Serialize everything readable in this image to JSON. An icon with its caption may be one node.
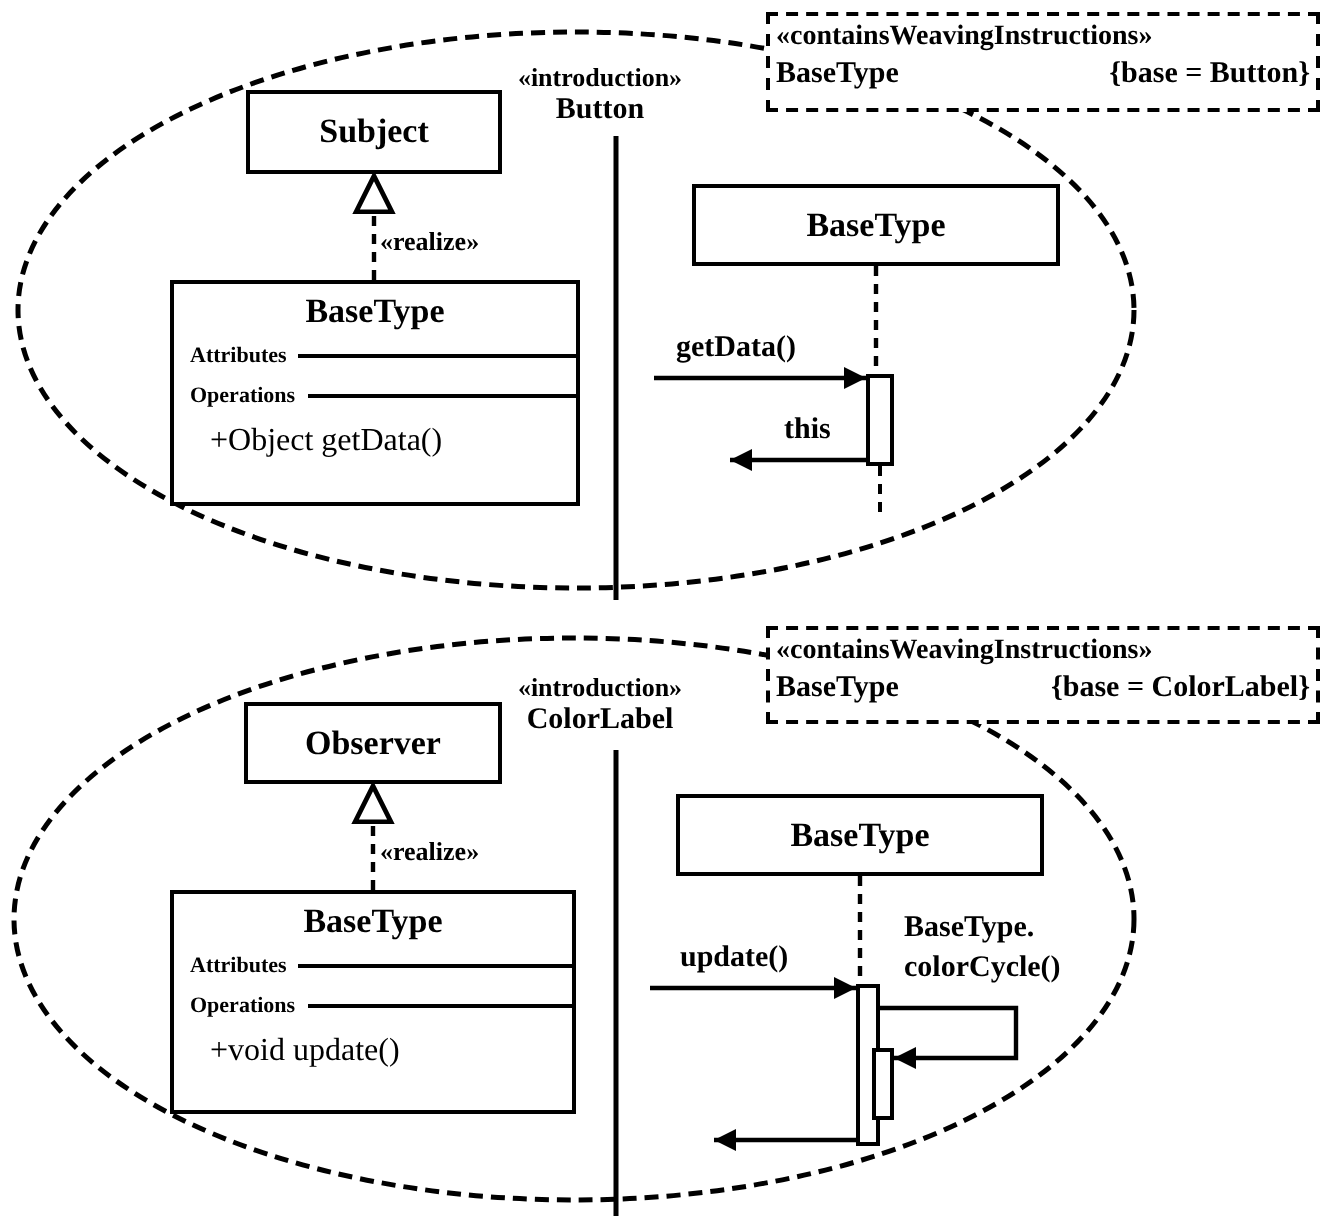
{
  "diagram": {
    "nodes": [
      {
        "text": [
          "«introduction»",
          "Button"
        ]
      },
      {
        "text": [
          "«containsWeavingInstructions»",
          "BaseType",
          "{base = Button}"
        ]
      },
      {
        "text": [
          "Subject"
        ],
        "in": 0
      },
      {
        "text": [
          "BaseType",
          "Attributes",
          "Operations",
          "+Object getData()"
        ],
        "in": 0
      },
      {
        "text": [
          "BaseType"
        ],
        "in": 0
      },
      {
        "text": [],
        "shape": "bar",
        "in": 0
      },
      {
        "text": [
          "«introduction»",
          "ColorLabel"
        ]
      },
      {
        "text": [
          "«containsWeavingInstructions»",
          "BaseType",
          "{base = ColorLabel}"
        ]
      },
      {
        "text": [
          "Observer"
        ],
        "in": 6
      },
      {
        "text": [
          "BaseType",
          "Attributes",
          "Operations",
          "+void update()"
        ],
        "in": 6
      },
      {
        "text": [
          "BaseType"
        ],
        "in": 6
      },
      {
        "text": [],
        "shape": "bar",
        "in": 6
      },
      {
        "text": [],
        "shape": "bar",
        "in": 6
      }
    ],
    "edges": [
      {
        "from": 3,
        "to": 2,
        "arrow": "to",
        "label": "«realize»",
        "style": "dashed"
      },
      {
        "from": 4,
        "to": 5,
        "arrow": "none",
        "style": "dashed"
      },
      {
        "from": null,
        "to": 5,
        "arrow": "to",
        "label": "getData()"
      },
      {
        "from": 5,
        "to": null,
        "arrow": "to",
        "label": "this"
      },
      {
        "from": 9,
        "to": 8,
        "arrow": "to",
        "label": "«realize»",
        "style": "dashed"
      },
      {
        "from": 10,
        "to": 11,
        "arrow": "none",
        "style": "dashed"
      },
      {
        "from": null,
        "to": 11,
        "arrow": "to",
        "label": "update()"
      },
      {
        "from": 11,
        "to": 12,
        "arrow": "to",
        "label": "BaseType. colorCycle()"
      },
      {
        "from": 11,
        "to": null,
        "arrow": "to"
      }
    ]
  }
}
